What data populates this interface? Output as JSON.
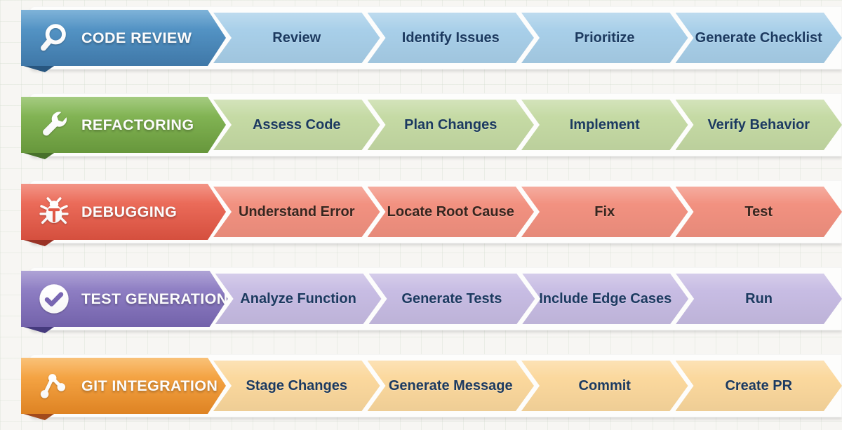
{
  "page": {
    "background_color": "#f7f6f3",
    "grid_line_color": "rgba(203,213,199,0.28)",
    "header_text_color": "#ffffff"
  },
  "rows": [
    {
      "title": "CODE REVIEW",
      "icon": "magnifier-icon",
      "icon_accent": "#4a87b8",
      "header_color_top": "#5b9dcd",
      "header_color_bottom": "#437fb2",
      "fold_color": "#28567f",
      "step_bg": "#a8cfe9",
      "step_text_color": "#1c3a60",
      "steps": [
        "Review",
        "Identify Issues",
        "Prioritize",
        "Generate Checklist"
      ]
    },
    {
      "title": "REFACTORING",
      "icon": "wrench-icon",
      "icon_accent": "#6da03f",
      "header_color_top": "#8cbd5e",
      "header_color_bottom": "#6da03f",
      "fold_color": "#47702a",
      "step_bg": "#c5daa4",
      "step_text_color": "#1c3a60",
      "steps": [
        "Assess Code",
        "Plan Changes",
        "Implement",
        "Verify Behavior"
      ]
    },
    {
      "title": "DEBUGGING",
      "icon": "bug-icon",
      "icon_accent": "#e45a48",
      "header_color_top": "#ef7765",
      "header_color_bottom": "#e25442",
      "fold_color": "#993225",
      "step_bg": "#f29180",
      "step_text_color": "#37261f",
      "steps": [
        "Understand Error",
        "Locate Root Cause",
        "Fix",
        "Test"
      ]
    },
    {
      "title": "TEST GENERATION",
      "icon": "check-circle-icon",
      "icon_accent": "#7a68b5",
      "header_color_top": "#9889ca",
      "header_color_bottom": "#7a68b5",
      "fold_color": "#453a7d",
      "step_bg": "#c7bce3",
      "step_text_color": "#1c3a60",
      "steps": [
        "Analyze Function",
        "Generate Tests",
        "Include Edge Cases",
        "Run"
      ]
    },
    {
      "title": "GIT INTEGRATION",
      "icon": "git-branch-icon",
      "icon_accent": "#ec8b25",
      "header_color_top": "#f8b053",
      "header_color_bottom": "#ec8b25",
      "fold_color": "#a24a1c",
      "step_bg": "#fbd89d",
      "step_text_color": "#1c3a60",
      "steps": [
        "Stage Changes",
        "Generate Message",
        "Commit",
        "Create PR"
      ]
    }
  ]
}
